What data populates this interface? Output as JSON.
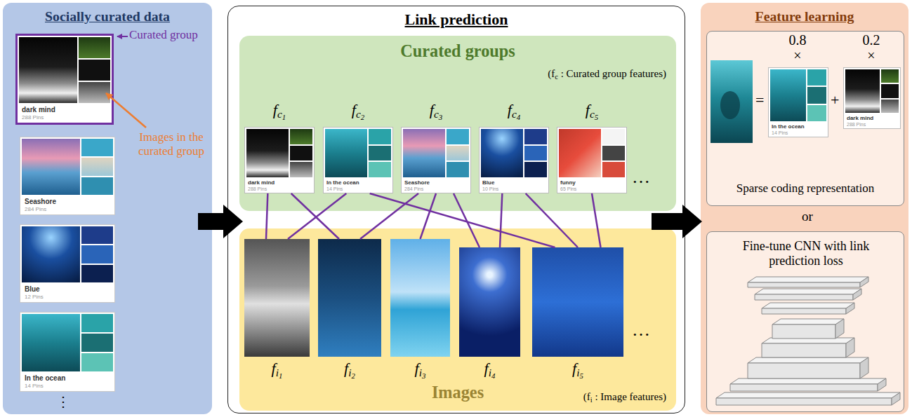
{
  "diagram": {
    "nodes": [
      {
        "text": [
          "Socially curated data"
        ]
      },
      {
        "text": [
          "dark mind",
          "288 Pins"
        ],
        "in": 0
      },
      {
        "text": [
          "Seashore",
          "284 Pins"
        ],
        "in": 0
      },
      {
        "text": [
          "Blue",
          "12 Pins"
        ],
        "in": 0
      },
      {
        "text": [
          "In the ocean",
          "14 Pins"
        ],
        "in": 0
      },
      {
        "text": [
          "Link prediction"
        ]
      },
      {
        "text": [
          "Curated groups",
          "(fc : Curated group features)"
        ],
        "in": 5
      },
      {
        "text": [
          "fc1",
          "dark mind",
          "288 Pins"
        ],
        "in": 6
      },
      {
        "text": [
          "fc2",
          "In the ocean",
          "14 Pins"
        ],
        "in": 6
      },
      {
        "text": [
          "fc3",
          "Seashore",
          "284 Pins"
        ],
        "in": 6
      },
      {
        "text": [
          "fc4",
          "Blue",
          "10 Pins"
        ],
        "in": 6
      },
      {
        "text": [
          "fc5",
          "funny",
          "65 Pins"
        ],
        "in": 6
      },
      {
        "text": [
          "Images",
          "(fi : Image features)"
        ],
        "in": 5
      },
      {
        "text": [
          "fi1"
        ],
        "in": 12
      },
      {
        "text": [
          "fi2"
        ],
        "in": 12
      },
      {
        "text": [
          "fi3"
        ],
        "in": 12
      },
      {
        "text": [
          "fi4"
        ],
        "in": 12
      },
      {
        "text": [
          "fi5"
        ],
        "in": 12
      },
      {
        "text": [
          "Feature learning"
        ]
      },
      {
        "text": [
          "Sparse coding representation"
        ],
        "in": 18
      },
      {
        "text": [
          "In the ocean",
          "14 Pins"
        ],
        "in": 19
      },
      {
        "text": [
          "dark mind",
          "288 Pins"
        ],
        "in": 19
      },
      {
        "text": [
          "Fine-tune CNN with link prediction loss"
        ],
        "in": 18
      }
    ],
    "edges": [
      {
        "from": 7,
        "to": 13,
        "arrow": "none"
      },
      {
        "from": 7,
        "to": 14,
        "arrow": "none"
      },
      {
        "from": 8,
        "to": 13,
        "arrow": "none"
      },
      {
        "from": 8,
        "to": 17,
        "arrow": "none"
      },
      {
        "from": 9,
        "to": 14,
        "arrow": "none"
      },
      {
        "from": 9,
        "to": 15,
        "arrow": "none"
      },
      {
        "from": 9,
        "to": 16,
        "arrow": "none"
      },
      {
        "from": 10,
        "to": 16,
        "arrow": "none"
      },
      {
        "from": 10,
        "to": 17,
        "arrow": "none"
      },
      {
        "from": 11,
        "to": 17,
        "arrow": "none"
      }
    ],
    "labels": [
      "Curated group",
      "Images in the curated group",
      "⋮",
      "…",
      "…",
      "0.8",
      "×",
      "0.2",
      "×",
      "=",
      "+",
      "or"
    ]
  }
}
